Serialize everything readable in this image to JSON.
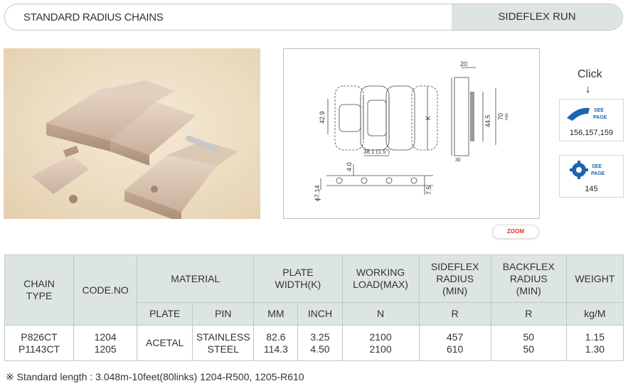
{
  "header": {
    "left_title": "STANDARD RADIUS CHAINS",
    "right_title": "SIDEFLEX RUN"
  },
  "zoom_label": "ZOOM",
  "click_label": "Click",
  "see_page": {
    "label_top": "SEE",
    "label_bottom": "PAGE",
    "first_pages": "156,157,159",
    "second_pages": "145"
  },
  "drawing": {
    "dim_42_9": "42.9",
    "dim_k": "K",
    "dim_20": "20",
    "dim_44_5": "44.5",
    "dim_70": "70",
    "dim_min": "min",
    "dim_30": "30",
    "dim_38_1": "38.1 (1.5\")",
    "dim_4_0": "4.0",
    "dim_7_14": "ϕ7.14",
    "dim_7_5": "7.5"
  },
  "table": {
    "headers": {
      "chain_type": [
        "CHAIN",
        "TYPE"
      ],
      "code_no": "CODE.NO",
      "material": "MATERIAL",
      "plate_width": [
        "PLATE",
        "WIDTH(K)"
      ],
      "working_load": [
        "WORKING",
        "LOAD(MAX)"
      ],
      "sideflex_radius": [
        "SIDEFLEX",
        "RADIUS",
        "(MIN)"
      ],
      "backflex_radius": [
        "BACKFLEX",
        "RADIUS",
        "(MIN)"
      ],
      "weight": "WEIGHT"
    },
    "subheaders": {
      "plate": "PLATE",
      "pin": "PIN",
      "mm": "MM",
      "inch": "INCH",
      "n": "N",
      "r1": "R",
      "r2": "R",
      "kgm": "kg/M"
    },
    "row": {
      "chain_type": [
        "P826CT",
        "P1143CT"
      ],
      "code_no": [
        "1204",
        "1205"
      ],
      "plate": "ACETAL",
      "pin": [
        "STAINLESS",
        "STEEL"
      ],
      "mm": [
        "82.6",
        "114.3"
      ],
      "inch": [
        "3.25",
        "4.50"
      ],
      "working_load": [
        "2100",
        "2100"
      ],
      "sideflex": [
        "457",
        "610"
      ],
      "backflex": [
        "50",
        "50"
      ],
      "weight": [
        "1.15",
        "1.30"
      ]
    }
  },
  "note": "※ Standard length : 3.048m-10feet(80links) 1204-R500, 1205-R610"
}
